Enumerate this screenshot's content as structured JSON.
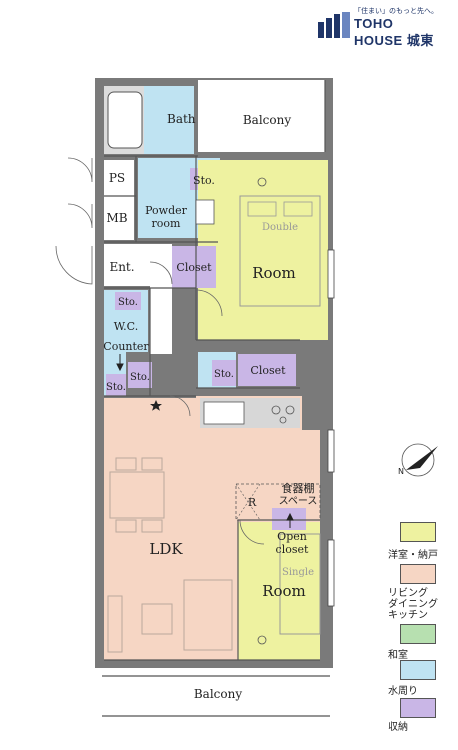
{
  "brand": {
    "tagline": "「住まい」のもっと先へ。",
    "name_line1": "TOHO",
    "name_line2": "HOUSE 城東"
  },
  "rooms": {
    "bath": "Bath",
    "balcony_top": "Balcony",
    "ps": "PS",
    "mb": "MB",
    "sto_powder": "Sto.",
    "powder_room_line1": "Powder",
    "powder_room_line2": "room",
    "double": "Double",
    "room_upper": "Room",
    "ent": "Ent.",
    "closet_ent": "Closet",
    "sto_wc": "Sto.",
    "wc": "W.C.",
    "counter": "Counter",
    "sto_left1": "Sto.",
    "sto_left2": "Sto.",
    "sto_mid": "Sto.",
    "closet_mid": "Closet",
    "pantry": "食器棚",
    "pantry_sub": "スペース",
    "r_mark": "R",
    "open_closet_line1": "Open",
    "open_closet_line2": "closet",
    "single": "Single",
    "room_lower": "Room",
    "ldk": "LDK",
    "balcony_bottom": "Balcony"
  },
  "legend": [
    {
      "label": "洋室・納戸",
      "color": "#eef2a0"
    },
    {
      "label": "リビング\nダイニング\nキッチン",
      "color": "#f6d6c4"
    },
    {
      "label": "和室",
      "color": "#b7e0b0"
    },
    {
      "label": "水周り",
      "color": "#bfe3f2"
    },
    {
      "label": "収納",
      "color": "#c9b6e6"
    }
  ],
  "colors": {
    "wall": "#666666",
    "western_room": "#eef2a0",
    "ldk": "#f6d6c4",
    "water": "#bfe3f2",
    "storage": "#c9b6e6",
    "brand": "#1f3568"
  },
  "icons": [
    "compass-icon",
    "star-icon",
    "toho-house-logo"
  ]
}
